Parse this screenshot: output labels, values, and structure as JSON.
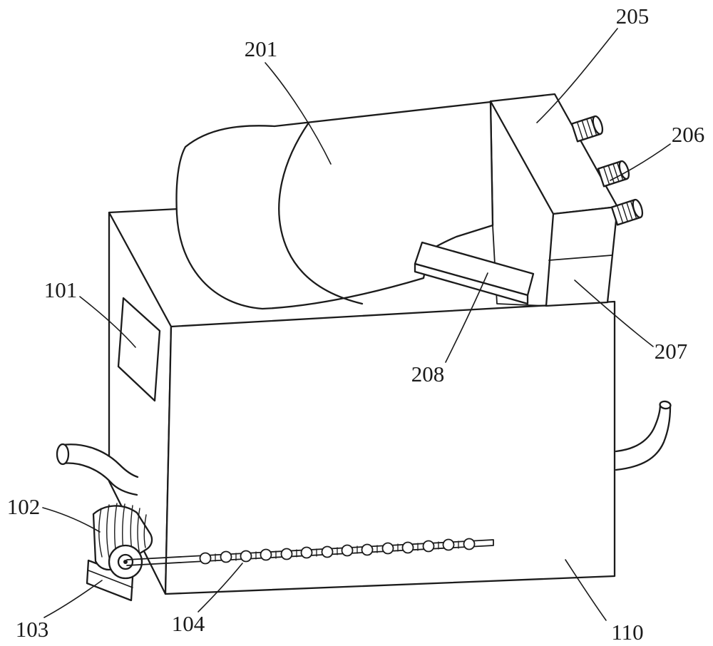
{
  "figure": {
    "background": "#ffffff",
    "line_color": "#1b1b1b"
  },
  "labels": {
    "l101": "101",
    "l102": "102",
    "l103": "103",
    "l104": "104",
    "l110": "110",
    "l201": "201",
    "l205": "205",
    "l206": "206",
    "l207": "207",
    "l208": "208"
  }
}
